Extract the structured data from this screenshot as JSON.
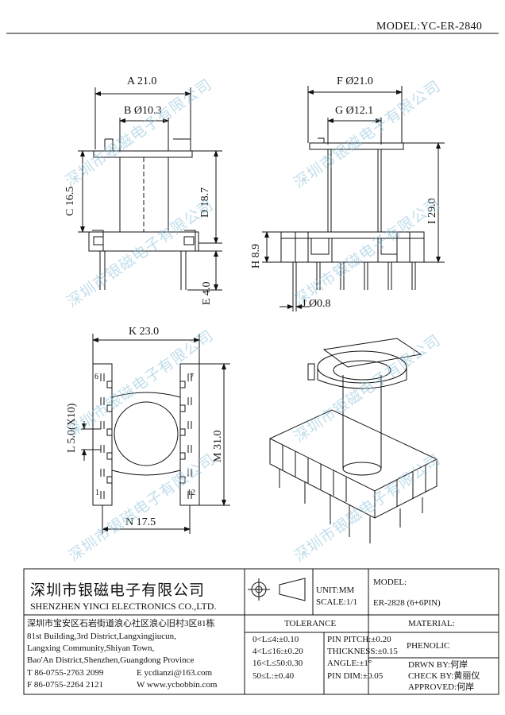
{
  "model_label": "MODEL:YC-ER-2840",
  "watermark": "深圳市银磁电子有限公司",
  "front_view": {
    "dim_A": "A 21.0",
    "dim_B": "B Ø10.3",
    "dim_C": "C 16.5",
    "dim_D": "D 18.7",
    "dim_E": "E 4.0"
  },
  "side_view": {
    "dim_F": "F Ø21.0",
    "dim_G": "G Ø12.1",
    "dim_H": "H 8.9",
    "dim_I": "I 29.0",
    "dim_J": "J Ø0.8"
  },
  "bottom_view": {
    "dim_K": "K 23.0",
    "dim_L": "L 5.0(X10)",
    "dim_M": "M 31.0",
    "dim_N": "N 17.5",
    "pin_6": "6",
    "pin_7": "7",
    "pin_1": "1",
    "pin_12": "12"
  },
  "title_block": {
    "company_cn": "深圳市银磁电子有限公司",
    "company_en": "SHENZHEN YINCI ELECTRONICS CO.,LTD.",
    "unit": "UNIT:MM",
    "scale": "SCALE:1/1",
    "model_header": "MODEL:",
    "model_value": "ER-2828 (6+6PIN)",
    "address_cn": "深圳市宝安区石岩街道浪心社区浪心旧村3区81栋",
    "address_en": [
      "81st Building,3rd District,Langxingjiucun,",
      "Langxing Community,Shiyan Town,",
      "Bao'An District,Shenzhen,Guangdong Province"
    ],
    "tel": "T 86-0755-2763 2099",
    "email": "E ycdianzi@163.com",
    "fax": "F 86-0755-2264 2121",
    "web": "W www.ycbobbin.com",
    "tolerance_header": "TOLERANCE",
    "tolerances_left": [
      "0<L≤4:±0.10",
      "4<L≤16:±0.20",
      "16<L≤50:0.30",
      "50≤L:±0.40"
    ],
    "tolerances_right": [
      "PIN PITCH:±0.20",
      "THICKNESS:±0.15",
      "ANGLE:±1°",
      "PIN DIM:±0.05"
    ],
    "material_header": "MATERIAL:",
    "material_value": "PHENOLIC",
    "drawn_by": "DRWN BY:何岸",
    "check_by": "CHECK BY:黄丽仪",
    "approved_by": "APPROVED:何岸"
  }
}
